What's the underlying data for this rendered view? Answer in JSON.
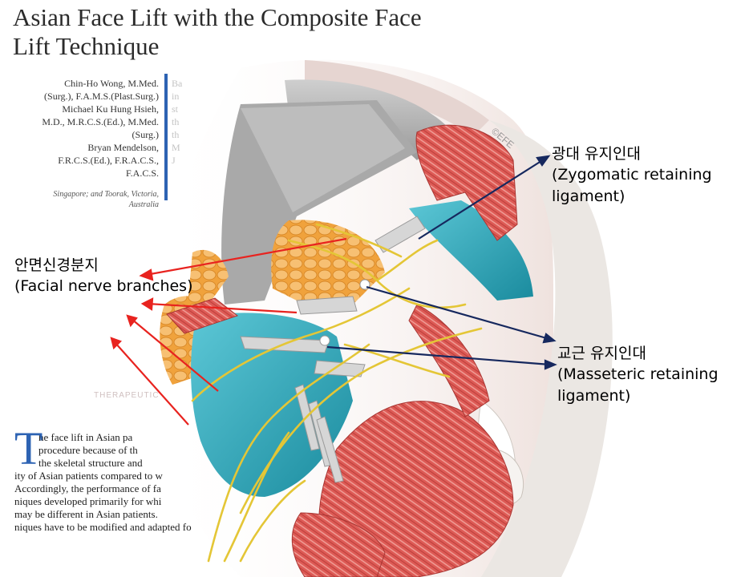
{
  "title_lines": [
    "Asian Face Lift with the Composite Face",
    "Lift Technique"
  ],
  "authors": [
    "Chin-Ho Wong, M.Med.",
    "(Surg.), F.A.M.S.(Plast.Surg.)",
    "Michael Ku Hung Hsieh,",
    "M.D., M.R.C.S.(Ed.), M.Med.",
    "(Surg.)",
    "Bryan Mendelson,",
    "F.R.C.S.(Ed.), F.R.A.C.S.,",
    "F.A.C.S."
  ],
  "affiliation": [
    "Singapore; and Toorak, Victoria,",
    "Australia"
  ],
  "journal_mark": "THERAPEUTIC",
  "copyright": "©EFE",
  "body": {
    "dropcap": "T",
    "lines": [
      "he face lift in Asian pa",
      "procedure because of th",
      "the skeletal structure and",
      "ity of Asian patients compared to w",
      "Accordingly, the performance of fa",
      "niques developed primarily for whi",
      "may be different in Asian patients.",
      "niques have to be modified and adapted fo"
    ]
  },
  "labels": {
    "zygomatic": {
      "ko": "광대 유지인대",
      "en1": "(Zygomatic retaining",
      "en2": "ligament)"
    },
    "facial_nerve": {
      "ko": "안면신경분지",
      "en": "(Facial nerve branches)"
    },
    "masseteric": {
      "ko": "교근 유지인대",
      "en1": "(Masseteric retaining",
      "en2": "ligament)"
    }
  },
  "colors": {
    "muscle": "#d9534f",
    "fat": "#f4a742",
    "masseter": "#2aa5b8",
    "nerve": "#e0c12e",
    "arrow_red": "#e8231f",
    "arrow_navy": "#16285e",
    "title_blue": "#2d63b3"
  }
}
